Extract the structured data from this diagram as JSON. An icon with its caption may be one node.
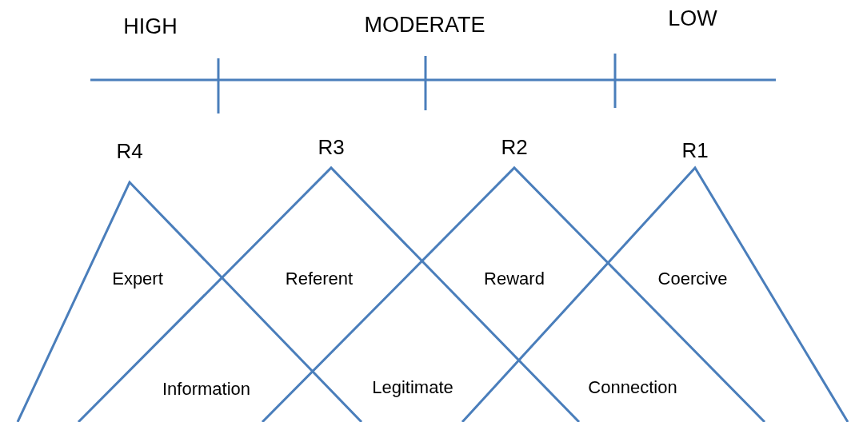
{
  "diagram": {
    "labels": [
      "HIGH",
      "MODERATE",
      "LOW",
      "R4",
      "R3",
      "R2",
      "R1",
      "Expert",
      "Referent",
      "Reward",
      "Coercive",
      "Information",
      "Legitimate",
      "Connection"
    ]
  }
}
